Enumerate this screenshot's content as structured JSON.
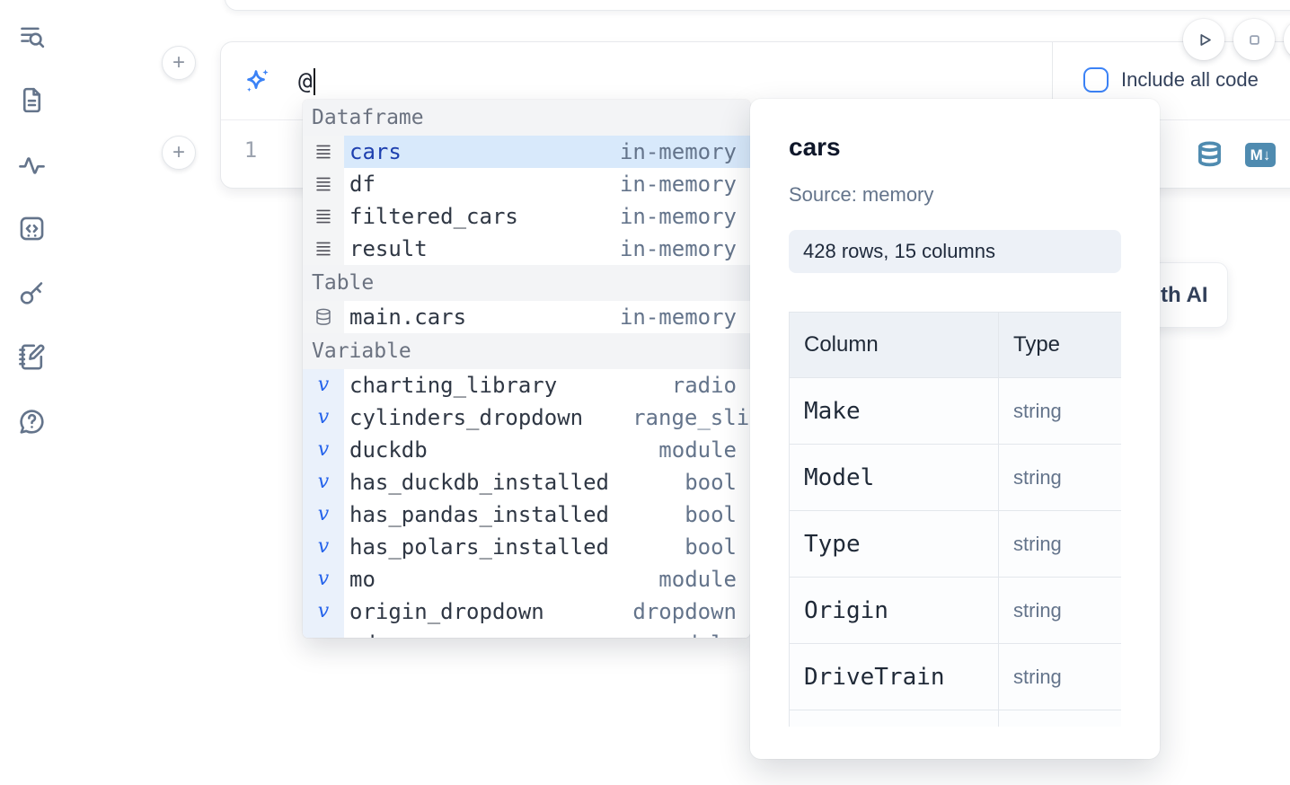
{
  "sidebar": {
    "items": [
      {
        "icon": "file-search-icon"
      },
      {
        "icon": "document-icon"
      },
      {
        "icon": "activity-icon"
      },
      {
        "icon": "code-snippet-icon"
      },
      {
        "icon": "key-icon"
      },
      {
        "icon": "notebook-edit-icon"
      },
      {
        "icon": "help-chat-icon"
      }
    ]
  },
  "run_controls": {
    "buttons": [
      {
        "icon": "play-icon"
      },
      {
        "icon": "stop-icon"
      },
      {
        "icon": "clipped-circle",
        "clipped": true
      }
    ]
  },
  "ai_cell": {
    "prompt_value": "@",
    "include_all_code_label": "Include all code",
    "add_cell_button_text": "+"
  },
  "code_cell": {
    "line_number": "1",
    "markdown_icon_text": "M↓",
    "add_cell_button_text": "+"
  },
  "autocomplete": {
    "sections": [
      {
        "label": "Dataframe",
        "items": [
          {
            "icon": "dataframe-icon",
            "name": "cars",
            "type": "in-memory",
            "selected": true
          },
          {
            "icon": "dataframe-icon",
            "name": "df",
            "type": "in-memory"
          },
          {
            "icon": "dataframe-icon",
            "name": "filtered_cars",
            "type": "in-memory"
          },
          {
            "icon": "dataframe-icon",
            "name": "result",
            "type": "in-memory"
          }
        ]
      },
      {
        "label": "Table",
        "items": [
          {
            "icon": "table-icon",
            "name": "main.cars",
            "type": "in-memory"
          }
        ]
      },
      {
        "label": "Variable",
        "items": [
          {
            "icon": "variable-icon",
            "name": "charting_library",
            "type": "radio"
          },
          {
            "icon": "variable-icon",
            "name": "cylinders_dropdown",
            "type": "range_slider"
          },
          {
            "icon": "variable-icon",
            "name": "duckdb",
            "type": "module"
          },
          {
            "icon": "variable-icon",
            "name": "has_duckdb_installed",
            "type": "bool"
          },
          {
            "icon": "variable-icon",
            "name": "has_pandas_installed",
            "type": "bool"
          },
          {
            "icon": "variable-icon",
            "name": "has_polars_installed",
            "type": "bool"
          },
          {
            "icon": "variable-icon",
            "name": "mo",
            "type": "module"
          },
          {
            "icon": "variable-icon",
            "name": "origin_dropdown",
            "type": "dropdown"
          },
          {
            "icon": "variable-icon",
            "name": "pd",
            "type": "module",
            "clipped": true
          }
        ]
      }
    ]
  },
  "preview_panel": {
    "title": "cars",
    "source": "Source: memory",
    "summary": "428 rows, 15 columns",
    "table": {
      "headers": [
        "Column",
        "Type"
      ],
      "rows": [
        [
          "Make",
          "string"
        ],
        [
          "Model",
          "string"
        ],
        [
          "Type",
          "string"
        ],
        [
          "Origin",
          "string"
        ],
        [
          "DriveTrain",
          "string"
        ],
        [
          "",
          ""
        ]
      ]
    }
  },
  "ai_button": {
    "label": "Generate with AI"
  },
  "colors": {
    "accent_blue": "#3b82f6",
    "selection_bg": "#d8e9fb",
    "tool_icon_blue": "#4f8bb0",
    "muted_text": "#64748b"
  }
}
